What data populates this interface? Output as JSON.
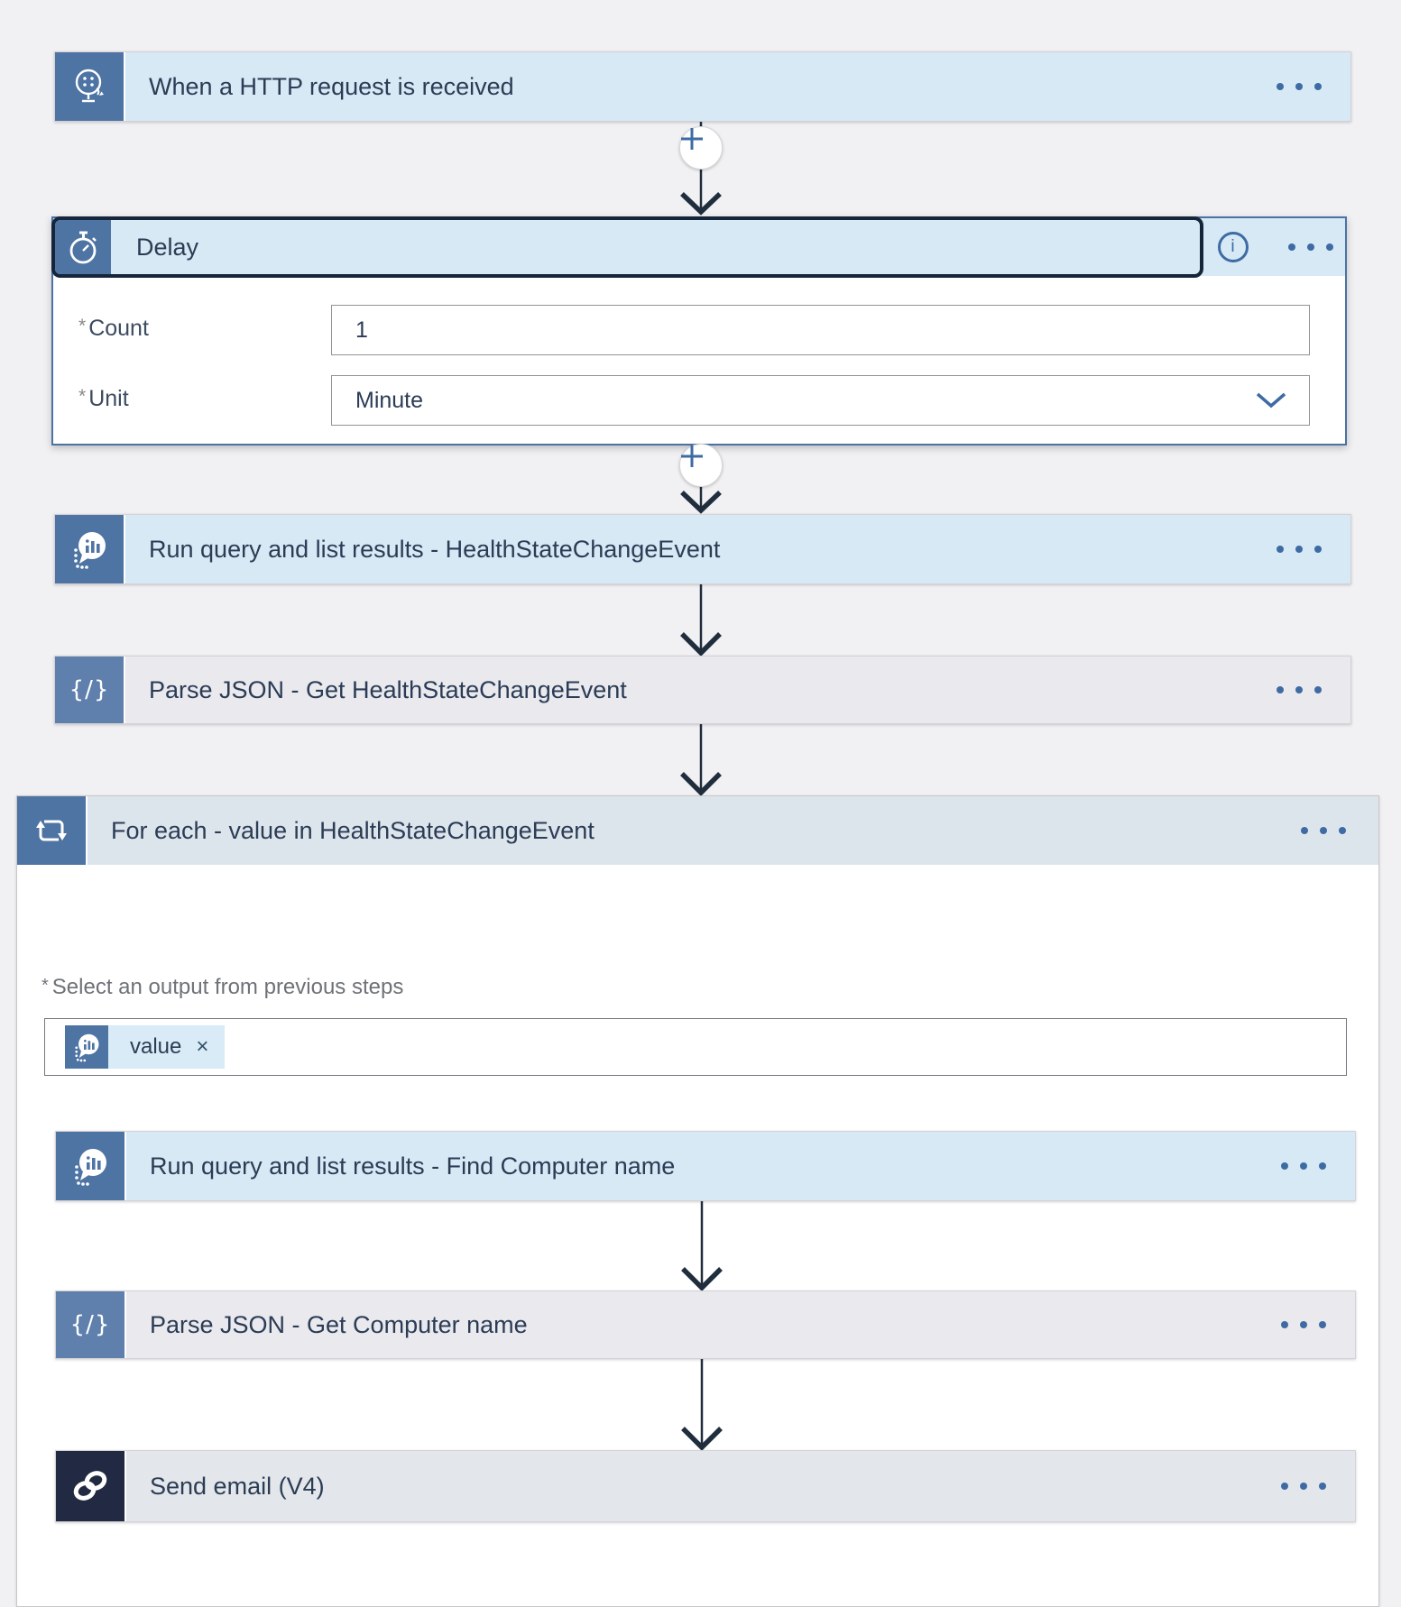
{
  "canvas": {
    "background": "#f1f0f2"
  },
  "colors": {
    "icon_blue": "#4e74a3",
    "parse_icon_blue": "#5f80ac",
    "email_icon_navy": "#212a42",
    "header_blue": "#d6e9f5",
    "header_gray": "#e9e9ee",
    "foreach_header": "#dde5ec",
    "email_header": "#e3e6ea",
    "title_text": "#2b3c55",
    "accent": "#3e6ba3",
    "arrow": "#1f2d3d",
    "selection_outline": "#16263a"
  },
  "icons": {
    "trigger": "http-request-icon",
    "delay": "stopwatch-icon",
    "run_query": "azure-monitor-logs-icon",
    "parse_json": "braces-slash-icon",
    "foreach": "loop-icon",
    "send_email": "outlook-icon",
    "insert_step": "plus-icon",
    "card_menu": "ellipsis-icon",
    "info": "info-icon",
    "dropdown": "chevron-down-icon",
    "flow_arrow": "arrow-down-icon"
  },
  "trigger": {
    "title": "When a HTTP request is received"
  },
  "delay": {
    "title": "Delay",
    "info_glyph": "i",
    "count": {
      "required_mark": "*",
      "label": "Count",
      "value": "1"
    },
    "unit": {
      "required_mark": "*",
      "label": "Unit",
      "value": "Minute"
    }
  },
  "run_query_event": {
    "title": "Run query and list results - HealthStateChangeEvent"
  },
  "parse_json_event": {
    "title": "Parse JSON - Get HealthStateChangeEvent",
    "icon_glyph": "{/}"
  },
  "foreach": {
    "title": "For each - value in HealthStateChangeEvent",
    "select_output": {
      "required_mark": "*",
      "label": "Select an output from previous steps"
    },
    "token": {
      "label": "value",
      "remove_glyph": "×"
    },
    "run_query_computer": {
      "title": "Run query and list results - Find Computer name"
    },
    "parse_json_computer": {
      "title": "Parse JSON - Get Computer name",
      "icon_glyph": "{/}"
    },
    "send_email": {
      "title": "Send email (V4)"
    }
  }
}
